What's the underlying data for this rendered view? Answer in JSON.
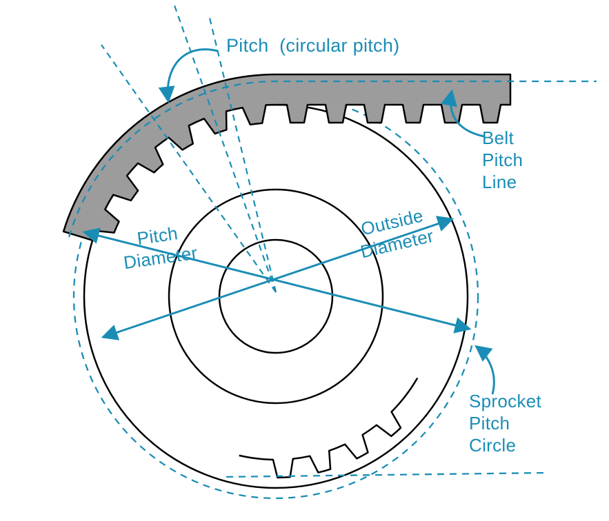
{
  "colors": {
    "accent": "#1a8db5",
    "belt": "#9c9c9c",
    "line": "#000000",
    "background": "#ffffff"
  },
  "labels": {
    "pitch": "Pitch  (circular pitch)",
    "belt_pitch_line": [
      "Belt",
      "Pitch",
      "Line"
    ],
    "pitch_diameter": [
      "Pitch",
      "Diameter"
    ],
    "outside_diameter": [
      "Outside",
      "Diameter"
    ],
    "sprocket_pitch_circle": [
      "Sprocket",
      "Pitch",
      "Circle"
    ]
  }
}
